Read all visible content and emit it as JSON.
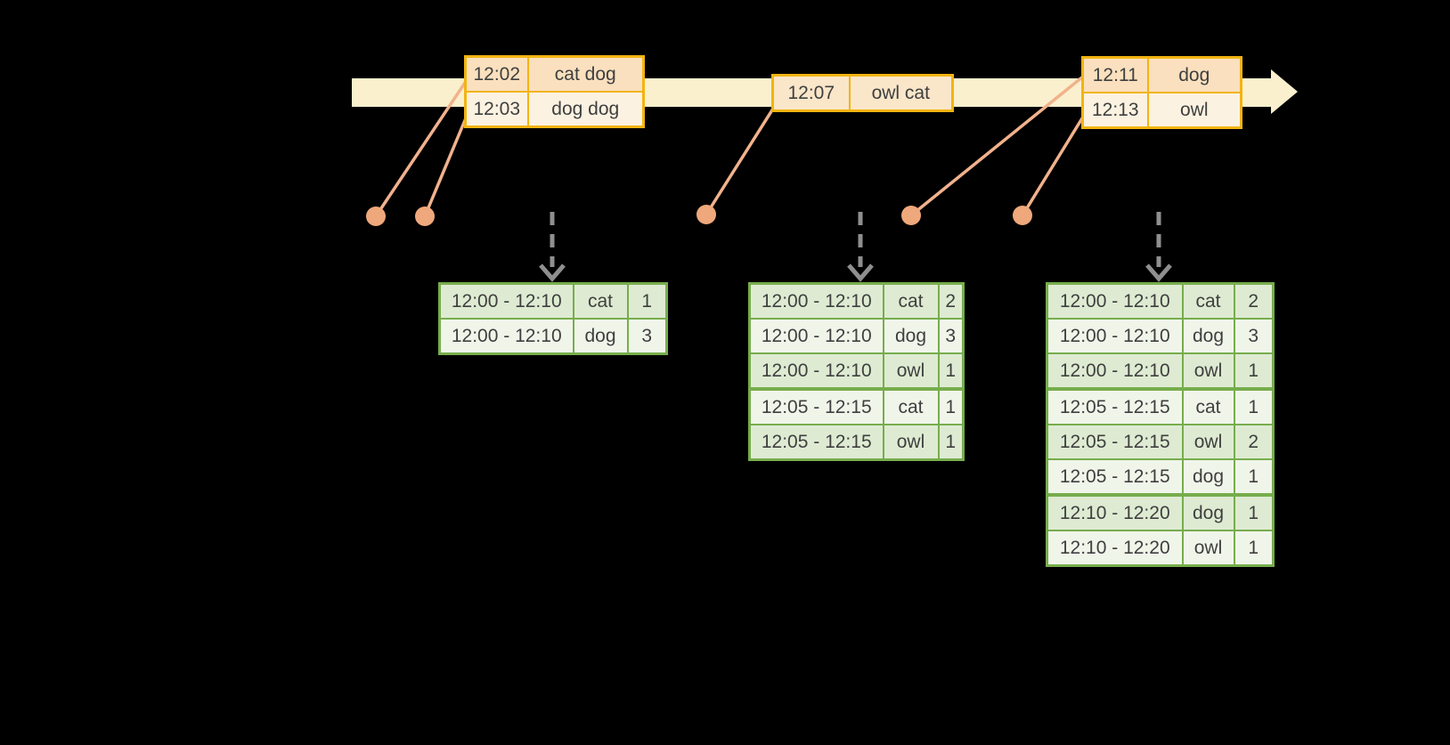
{
  "diagram_type": "streaming-windowed-counts-timeline",
  "colors": {
    "background": "#000000",
    "timeline_fill": "#FAF0CD",
    "event_table_border": "#F2B411",
    "event_row_dark": "#FAE0BE",
    "event_row_light": "#FCF2E1",
    "event_row_single": "#FAE6C9",
    "result_table_border": "#77AD4D",
    "result_row_dark": "#DEEBD2",
    "result_row_light": "#F0F5EA",
    "connector_line": "#F1B28C",
    "event_dot": "#EFA87B",
    "trigger_arrow": "#8F8F8F",
    "text": "#3F3F3F"
  },
  "event_tables": [
    {
      "rows": [
        {
          "time": "12:02",
          "words": "cat dog"
        },
        {
          "time": "12:03",
          "words": "dog dog"
        }
      ]
    },
    {
      "rows": [
        {
          "time": "12:07",
          "words": "owl cat"
        }
      ]
    },
    {
      "rows": [
        {
          "time": "12:11",
          "words": "dog"
        },
        {
          "time": "12:13",
          "words": "owl"
        }
      ]
    }
  ],
  "result_tables": [
    {
      "rows": [
        {
          "window": "12:00 - 12:10",
          "word": "cat",
          "count": "1"
        },
        {
          "window": "12:00 - 12:10",
          "word": "dog",
          "count": "3"
        }
      ]
    },
    {
      "rows": [
        {
          "window": "12:00 - 12:10",
          "word": "cat",
          "count": "2"
        },
        {
          "window": "12:00 - 12:10",
          "word": "dog",
          "count": "3"
        },
        {
          "window": "12:00 - 12:10",
          "word": "owl",
          "count": "1"
        },
        {
          "window": "12:05 - 12:15",
          "word": "cat",
          "count": "1"
        },
        {
          "window": "12:05 - 12:15",
          "word": "owl",
          "count": "1"
        }
      ]
    },
    {
      "rows": [
        {
          "window": "12:00 - 12:10",
          "word": "cat",
          "count": "2"
        },
        {
          "window": "12:00 - 12:10",
          "word": "dog",
          "count": "3"
        },
        {
          "window": "12:00 - 12:10",
          "word": "owl",
          "count": "1"
        },
        {
          "window": "12:05 - 12:15",
          "word": "cat",
          "count": "1"
        },
        {
          "window": "12:05 - 12:15",
          "word": "owl",
          "count": "2"
        },
        {
          "window": "12:05 - 12:15",
          "word": "dog",
          "count": "1"
        },
        {
          "window": "12:10 - 12:20",
          "word": "dog",
          "count": "1"
        },
        {
          "window": "12:10 - 12:20",
          "word": "owl",
          "count": "1"
        }
      ]
    }
  ]
}
